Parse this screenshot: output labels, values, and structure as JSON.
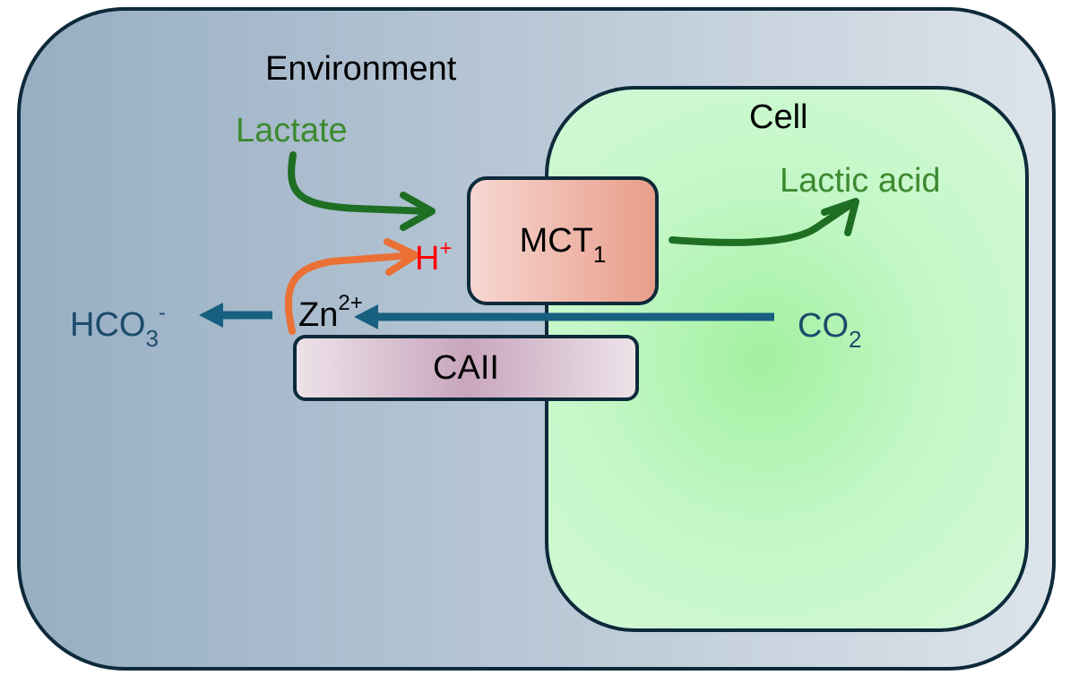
{
  "diagram": {
    "title": "Environment",
    "compartments": {
      "environment": {
        "label": "Environment"
      },
      "cell": {
        "label": "Cell"
      }
    },
    "proteins": {
      "mct": {
        "label": "MCT",
        "subscript": "1"
      },
      "caii": {
        "label": "CAII"
      }
    },
    "species": {
      "lactate": {
        "label": "Lactate"
      },
      "lactic_acid": {
        "label": "Lactic acid"
      },
      "proton": {
        "label": "H",
        "superscript": "+"
      },
      "zinc": {
        "label": "Zn",
        "superscript": "2+"
      },
      "bicarbonate": {
        "label": "HCO",
        "subscript": "3",
        "superscript": "-"
      },
      "co2": {
        "label": "CO",
        "subscript": "2"
      }
    },
    "arrows": [
      {
        "from": "Lactate",
        "to": "H+",
        "color": "#1e6e23"
      },
      {
        "from": "MCT1",
        "to": "Lactic acid",
        "color": "#1e6e23"
      },
      {
        "from": "Zn2+",
        "to": "H+",
        "color": "#ea7035"
      },
      {
        "from": "CO2",
        "to": "Zn2+",
        "color": "#17607f"
      },
      {
        "from": "Zn2+",
        "to": "HCO3-",
        "color": "#17607f"
      }
    ],
    "colors": {
      "outline": "#0d2a3a",
      "green_text": "#3d8a30",
      "green_arrow": "#1e6e23",
      "orange_arrow": "#ea7035",
      "blue_arrow": "#17607f",
      "blue_text": "#1c4b6b",
      "proton": "#ff0000"
    }
  }
}
